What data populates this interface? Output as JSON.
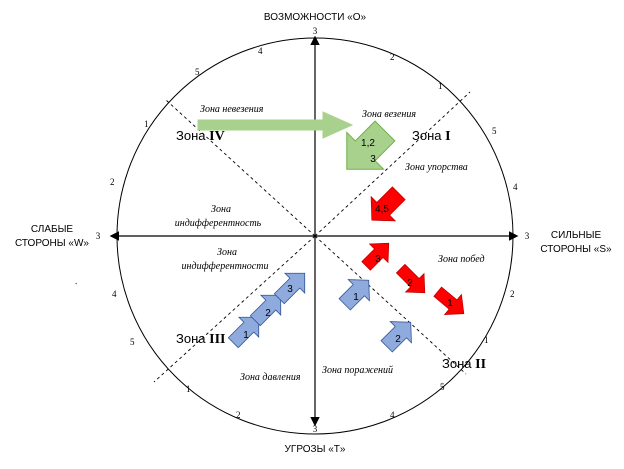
{
  "axes": {
    "top": "ВОЗМОЖНОСТИ «O»",
    "bottom": "УГРОЗЫ «T»",
    "left_line1": "СЛАБЫЕ",
    "left_line2": "СТОРОНЫ «W»",
    "right_line1": "СИЛЬНЫЕ",
    "right_line2": "СТОРОНЫ «S»",
    "end_value": "3"
  },
  "zones": {
    "z1": {
      "word": "Зона",
      "num": "I"
    },
    "z2": {
      "word": "Зона",
      "num": "II"
    },
    "z3": {
      "word": "Зона",
      "num": "III"
    },
    "z4": {
      "word": "Зона",
      "num": "IV"
    }
  },
  "labels": {
    "nevezenie": "Зона невезения",
    "vezenie": "Зона везения",
    "upornost": "Зона упорства",
    "indiff_top_1": "Зона",
    "indiff_top_2": "индифферентность",
    "indiff_bot_1": "Зона",
    "indiff_bot_2": "индифферентности",
    "pobed": "Зона побед",
    "davlenie": "Зона давления",
    "porazhenie": "Зона поражений"
  },
  "scale": {
    "top_left": [
      "4",
      "5",
      "1",
      "2",
      "3"
    ],
    "top_right": [
      "2",
      "1",
      "5",
      "4"
    ],
    "bottom_left": [
      "4",
      "5",
      "1",
      "2"
    ],
    "bottom_right": [
      "4",
      "5",
      "1",
      "2"
    ]
  },
  "arrows": {
    "green": "1,2\n3",
    "green_l1": "1,2",
    "green_l2": "3",
    "red": [
      "4,5",
      "3",
      "2",
      "1"
    ],
    "blue_left": [
      "1",
      "2",
      "3"
    ],
    "blue_right": [
      "1",
      "2"
    ]
  },
  "misc": {
    "dot": "."
  },
  "colors": {
    "green": "#a9d18e",
    "green_stroke": "#70ad47",
    "red": "#ff0000",
    "red_stroke": "#c00000",
    "blue": "#8faadc",
    "blue_stroke": "#2f5597"
  }
}
